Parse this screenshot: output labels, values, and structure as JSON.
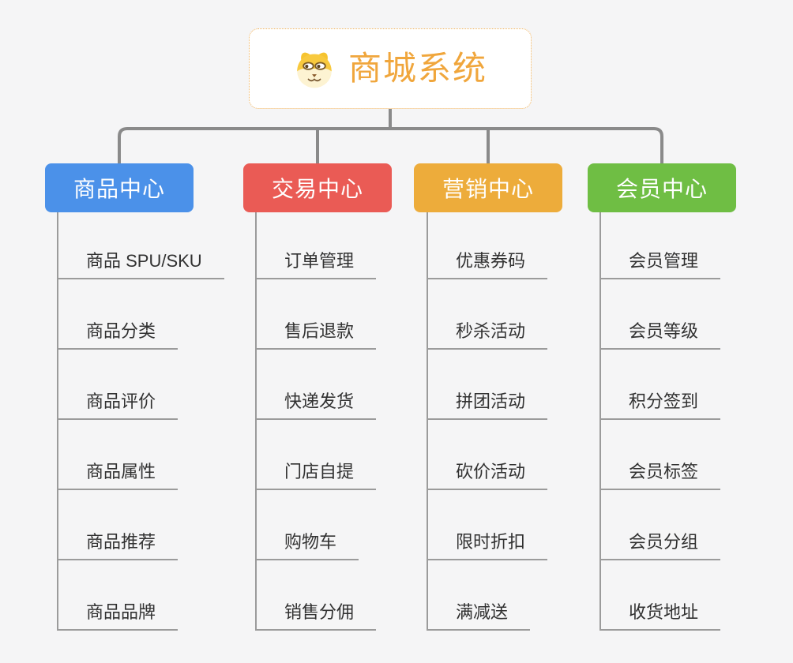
{
  "background_color": "#F5F5F6",
  "connector_color": "#8A8A8A",
  "root": {
    "title": "商城系统",
    "icon": "shiba-dog-icon",
    "title_color": "#F0A63C",
    "border_color": "#F0B35E"
  },
  "branches": [
    {
      "label": "商品中心",
      "color": "#4B91E9",
      "items": [
        "商品 SPU/SKU",
        "商品分类",
        "商品评价",
        "商品属性",
        "商品推荐",
        "商品品牌"
      ]
    },
    {
      "label": "交易中心",
      "color": "#EA5B55",
      "items": [
        "订单管理",
        "售后退款",
        "快递发货",
        "门店自提",
        "购物车",
        "销售分佣"
      ]
    },
    {
      "label": "营销中心",
      "color": "#EDAC3B",
      "items": [
        "优惠券码",
        "秒杀活动",
        "拼团活动",
        "砍价活动",
        "限时折扣",
        "满减送"
      ]
    },
    {
      "label": "会员中心",
      "color": "#6FBE44",
      "items": [
        "会员管理",
        "会员等级",
        "积分签到",
        "会员标签",
        "会员分组",
        "收货地址"
      ]
    }
  ]
}
